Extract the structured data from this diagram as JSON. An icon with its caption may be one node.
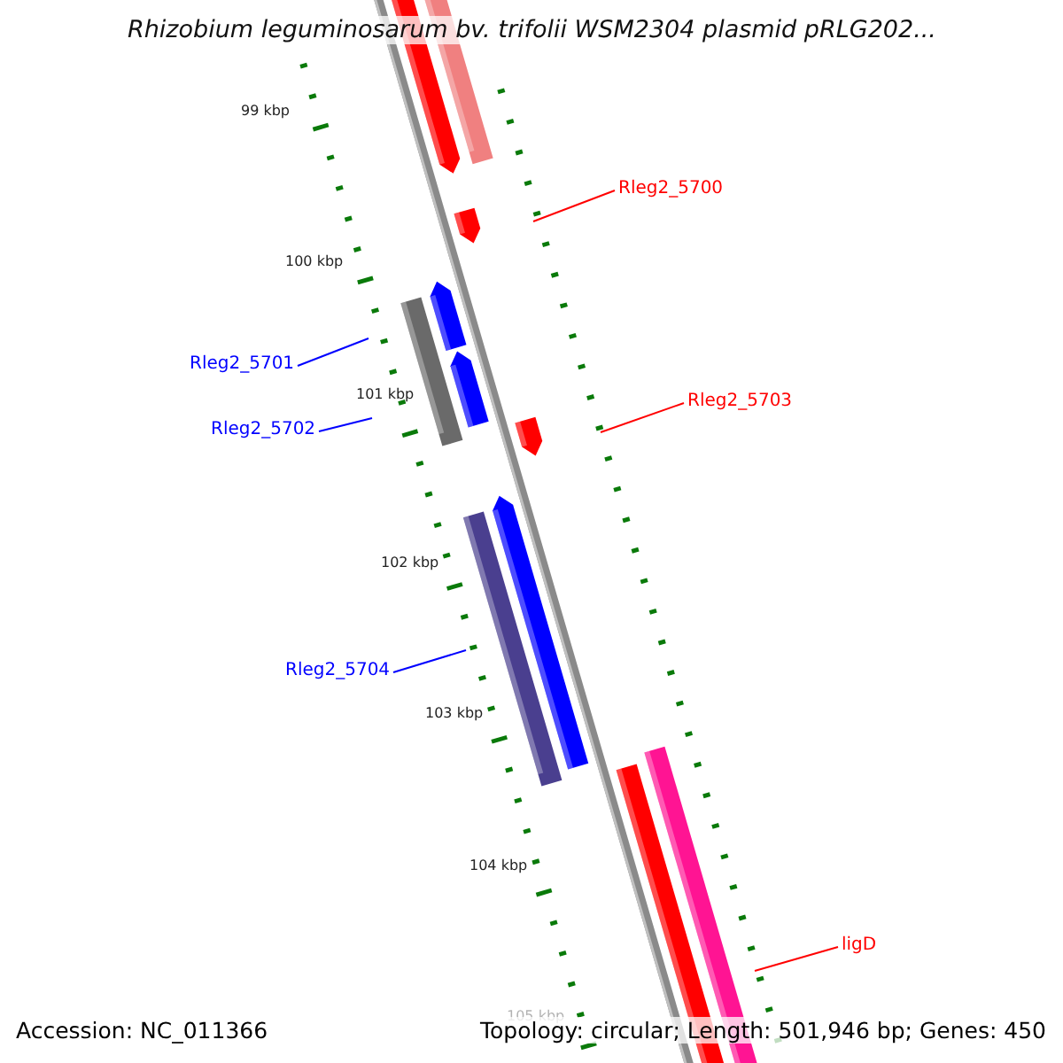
{
  "diagram": {
    "title": "Rhizobium leguminosarum bv. trifolii WSM2304 plasmid pRLG202...",
    "nodes": [
      {
        "text": [
          "Rleg2_5700"
        ]
      },
      {
        "text": [
          "Rleg2_5701"
        ]
      },
      {
        "text": [
          "Rleg2_5702"
        ]
      },
      {
        "text": [
          "Rleg2_5703"
        ]
      },
      {
        "text": [
          "Rleg2_5704"
        ]
      },
      {
        "text": [
          "ligD"
        ]
      }
    ],
    "edges": [
      {
        "from": 0,
        "to": null,
        "arrow": "none",
        "color": "#ff0000"
      },
      {
        "from": 1,
        "to": null,
        "arrow": "none",
        "color": "#0000ff"
      },
      {
        "from": 2,
        "to": null,
        "arrow": "none",
        "color": "#0000ff"
      },
      {
        "from": 3,
        "to": null,
        "arrow": "none",
        "color": "#ff0000"
      },
      {
        "from": 4,
        "to": null,
        "arrow": "none",
        "color": "#0000ff"
      },
      {
        "from": 5,
        "to": null,
        "arrow": "none",
        "color": "#ff0000"
      }
    ],
    "labels": [
      "99 kbp",
      "100 kbp",
      "101 kbp",
      "102 kbp",
      "103 kbp",
      "104 kbp",
      "105 kbp",
      "Accession: NC_011366",
      "Topology: circular; Length: 501,946 bp; Genes: 450"
    ]
  }
}
